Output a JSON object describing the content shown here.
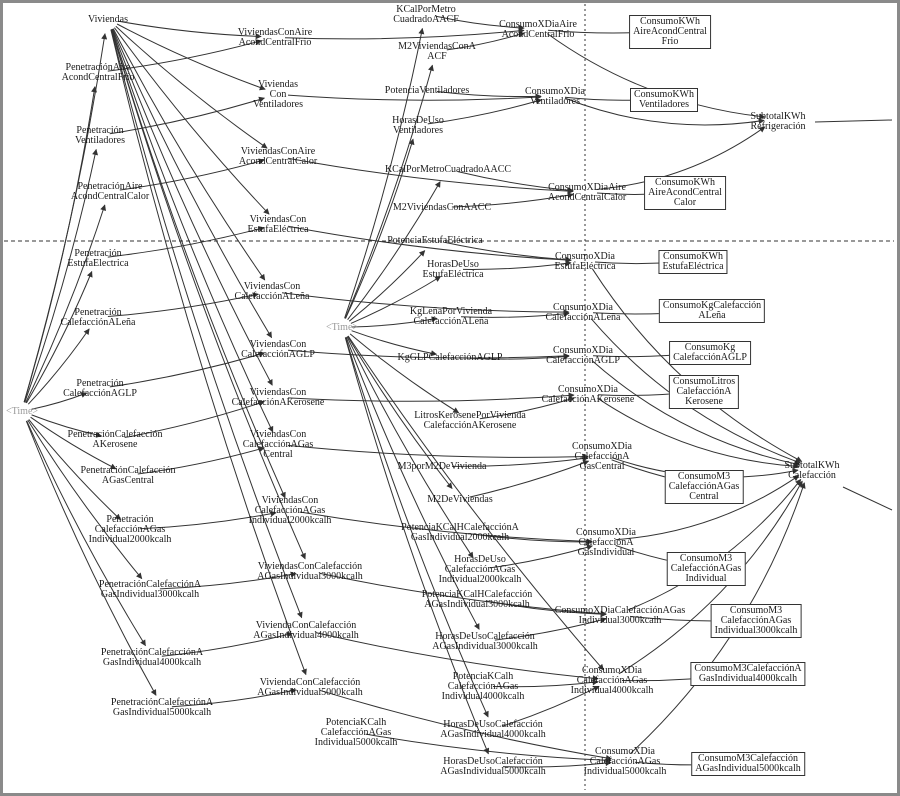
{
  "title": "System dynamics model: household energy consumption for cooling and heating",
  "colors": {
    "line": "#333333",
    "text": "#1a1a1a",
    "shadow": "#9a9a9a",
    "frame": "#8a8a8a"
  },
  "nodes": [
    {
      "id": "viv",
      "label": "Viviendas",
      "type": "var"
    },
    {
      "id": "time1",
      "label": "<Time>",
      "type": "shadow"
    },
    {
      "id": "pACF",
      "label": "PenetraciónAire\nAcondCentralFrío",
      "type": "var"
    },
    {
      "id": "pVen",
      "label": "Penetración\nVentiladores",
      "type": "var"
    },
    {
      "id": "pACC",
      "label": "PenetraciónAire\nAcondCentralCalor",
      "type": "var"
    },
    {
      "id": "pEE",
      "label": "Penetración\nEstufaElectrica",
      "type": "var"
    },
    {
      "id": "pLen",
      "label": "Penetración\nCalefacciónALeña",
      "type": "var"
    },
    {
      "id": "pGLP",
      "label": "Penetración\nCalefacciónAGLP",
      "type": "var"
    },
    {
      "id": "pKer",
      "label": "PenetraciónCalefacción\nAKerosene",
      "type": "var"
    },
    {
      "id": "pGC",
      "label": "PenetraciónCalefacción\nAGasCentral",
      "type": "var"
    },
    {
      "id": "pG2",
      "label": "Penetración\nCalefacciónAGas\nIndividual2000kcalh",
      "type": "var"
    },
    {
      "id": "pG3",
      "label": "PenetraciónCalefacciónA\nGasIndividual3000kcalh",
      "type": "var"
    },
    {
      "id": "pG4",
      "label": "PenetraciónCalefacciónA\nGasIndividual4000kcalh",
      "type": "var"
    },
    {
      "id": "pG5",
      "label": "PenetraciónCalefacciónA\nGasIndividual5000kcalh",
      "type": "var"
    },
    {
      "id": "vACF",
      "label": "ViviendasConAire\nAcondCentralFrio",
      "type": "var"
    },
    {
      "id": "vVen",
      "label": "Viviendas\nCon\nVentiladores",
      "type": "var"
    },
    {
      "id": "vACC",
      "label": "ViviendasConAire\nAcondCentralCalor",
      "type": "var"
    },
    {
      "id": "vEE",
      "label": "ViviendasCon\nEstufaEléctrica",
      "type": "var"
    },
    {
      "id": "vLen",
      "label": "ViviendasCon\nCalefacciónALeña",
      "type": "var"
    },
    {
      "id": "vGLP",
      "label": "ViviendasCon\nCalefacciónAGLP",
      "type": "var"
    },
    {
      "id": "vKer",
      "label": "ViviendasCon\nCalefacciónAKerosene",
      "type": "var"
    },
    {
      "id": "vGC",
      "label": "ViviendasCon\nCalefacciónAGas\nCentral",
      "type": "var"
    },
    {
      "id": "vG2",
      "label": "ViviendasCon\nCalefacciónAGas\nIndividual2000kcalh",
      "type": "var"
    },
    {
      "id": "vG3",
      "label": "ViviendasConCalefacción\nAGasIndividual3000kcalh",
      "type": "var"
    },
    {
      "id": "vG4",
      "label": "ViviendaConCalefacción\nAGasIndividual4000kcalh",
      "type": "var"
    },
    {
      "id": "vG5",
      "label": "ViviendaConCalefacción\nAGasIndividual5000kcalh",
      "type": "var"
    },
    {
      "id": "time2",
      "label": "<Time>",
      "type": "shadow"
    },
    {
      "id": "kcACF",
      "label": "KCalPorMetro\nCuadradoAACF",
      "type": "var"
    },
    {
      "id": "m2ACF",
      "label": "M2ViviendasConA\nACF",
      "type": "var"
    },
    {
      "id": "potVen",
      "label": "PotenciaVentiladores",
      "type": "var"
    },
    {
      "id": "hVen",
      "label": "HorasDeUso\nVentiladores",
      "type": "var"
    },
    {
      "id": "kcACC",
      "label": "KCalPorMetroCuadradoAACC",
      "type": "var"
    },
    {
      "id": "m2ACC",
      "label": "M2ViviendasConAACC",
      "type": "var"
    },
    {
      "id": "potEE",
      "label": "PotenciaEstufaEléctrica",
      "type": "var"
    },
    {
      "id": "hEE",
      "label": "HorasDeUso\nEstufaEléctrica",
      "type": "var"
    },
    {
      "id": "kgLen",
      "label": "KgLeñaPorVivienda\nCalefacciónALeña",
      "type": "var"
    },
    {
      "id": "kgGLP",
      "label": "KgGLPCalefacciónAGLP",
      "type": "var"
    },
    {
      "id": "lKer",
      "label": "LitrosKerosenePorVivienda\nCalefacciónAKerosene",
      "type": "var"
    },
    {
      "id": "m3m2",
      "label": "M3porM2DeVivienda",
      "type": "var"
    },
    {
      "id": "m2v",
      "label": "M2DeViviendas",
      "type": "var"
    },
    {
      "id": "potG2",
      "label": "PotenciaKCalHCalefacciónA\nGasIndividual2000kcalh",
      "type": "var"
    },
    {
      "id": "hG2",
      "label": "HorasDeUso\nCalefacciónAGas\nIndividual2000kcalh",
      "type": "var"
    },
    {
      "id": "potG3",
      "label": "PotenciaKCalHCalefacción\nAGasIndividual3000kcalh",
      "type": "var"
    },
    {
      "id": "hG3",
      "label": "HorasDeUsoCalefacción\nAGasIndividual3000kcalh",
      "type": "var"
    },
    {
      "id": "potG4",
      "label": "PotenciaKCalh\nCalefacciónAGas\nIndividual4000kcalh",
      "type": "var"
    },
    {
      "id": "hG4",
      "label": "HorasDeUsoCalefacción\nAGasIndividual4000kcalh",
      "type": "var"
    },
    {
      "id": "potG5",
      "label": "PotenciaKCalh\nCalefacciónAGas\nIndividual5000kcalh",
      "type": "var"
    },
    {
      "id": "hG5",
      "label": "HorasDeUsoCalefacción\nAGasIndividual5000kcalh",
      "type": "var"
    },
    {
      "id": "cdACF",
      "label": "ConsumoXDiaAire\nAcondCentralFrio",
      "type": "var"
    },
    {
      "id": "cdVen",
      "label": "ConsumoXDia\nVentiladores",
      "type": "var"
    },
    {
      "id": "cdACC",
      "label": "ConsumoXDiaAire\nAcondCentralCalor",
      "type": "var"
    },
    {
      "id": "cdEE",
      "label": "ConsumoXDia\nEstufaEléctrica",
      "type": "var"
    },
    {
      "id": "cdLen",
      "label": "ConsumoXDia\nCalefacciónALeña",
      "type": "var"
    },
    {
      "id": "cdGLP",
      "label": "ConsumoXDia\nCalefacciónAGLP",
      "type": "var"
    },
    {
      "id": "cdKer",
      "label": "ConsumoXDia\nCalefacciónAKerosene",
      "type": "var"
    },
    {
      "id": "cdGC",
      "label": "ConsumoXDia\nCalefacciónA\nGasCentral",
      "type": "var"
    },
    {
      "id": "cdGI",
      "label": "ConsumoXDia\nCalefacciónA\nGasIndividual",
      "type": "var"
    },
    {
      "id": "cdG3",
      "label": "ConsumoXDiaCalefacciónAGas\nIndividual3000kcalh",
      "type": "var"
    },
    {
      "id": "cdG4",
      "label": "ConsumoXDia\nCalefacciónAGas\nIndividual4000kcalh",
      "type": "var"
    },
    {
      "id": "cdG5",
      "label": "ConsumoXDia\nCalefacciónAGas\nIndividual5000kcalh",
      "type": "var"
    },
    {
      "id": "kACF",
      "label": "ConsumoKWh\nAireAcondCentral\nFrio",
      "type": "box"
    },
    {
      "id": "kVen",
      "label": "ConsumoKWh\nVentiladores",
      "type": "box"
    },
    {
      "id": "kACC",
      "label": "ConsumoKWh\nAireAcondCentral\nCalor",
      "type": "box"
    },
    {
      "id": "kEE",
      "label": "ConsumoKWh\nEstufaEléctrica",
      "type": "box"
    },
    {
      "id": "kLen",
      "label": "ConsumoKgCalefacción\nALeña",
      "type": "box"
    },
    {
      "id": "kGLP",
      "label": "ConsumoKg\nCalefacciónAGLP",
      "type": "box"
    },
    {
      "id": "kKer",
      "label": "ConsumoLitros\nCalefacciónA\nKerosene",
      "type": "box"
    },
    {
      "id": "kGC",
      "label": "ConsumoM3\nCalefacciónAGas\nCentral",
      "type": "box"
    },
    {
      "id": "kGI",
      "label": "ConsumoM3\nCalefacciónAGas\nIndividual",
      "type": "box"
    },
    {
      "id": "kG3",
      "label": "ConsumoM3\nCalefacciónAGas\nIndividual3000kcalh",
      "type": "box"
    },
    {
      "id": "kG4",
      "label": "ConsumoM3CalefacciónA\nGasIndividual4000kcalh",
      "type": "box"
    },
    {
      "id": "kG5",
      "label": "ConsumoM3Calefacción\nAGasIndividual5000kcalh",
      "type": "box"
    },
    {
      "id": "stRef",
      "label": "SubtotalKWh\nRefrigeración",
      "type": "var"
    },
    {
      "id": "stCal",
      "label": "SubtotalKWh\nCalefacción",
      "type": "var"
    }
  ],
  "edges": [
    [
      "viv",
      "vACF"
    ],
    [
      "viv",
      "vVen"
    ],
    [
      "viv",
      "vACC"
    ],
    [
      "viv",
      "vEE"
    ],
    [
      "viv",
      "vLen"
    ],
    [
      "viv",
      "vGLP"
    ],
    [
      "viv",
      "vKer"
    ],
    [
      "viv",
      "vGC"
    ],
    [
      "viv",
      "vG2"
    ],
    [
      "viv",
      "vG3"
    ],
    [
      "viv",
      "vG4"
    ],
    [
      "viv",
      "vG5"
    ],
    [
      "time1",
      "viv"
    ],
    [
      "time1",
      "pACF"
    ],
    [
      "time1",
      "pVen"
    ],
    [
      "time1",
      "pACC"
    ],
    [
      "time1",
      "pEE"
    ],
    [
      "time1",
      "pLen"
    ],
    [
      "time1",
      "pGLP"
    ],
    [
      "time1",
      "pKer"
    ],
    [
      "time1",
      "pGC"
    ],
    [
      "time1",
      "pG2"
    ],
    [
      "time1",
      "pG3"
    ],
    [
      "time1",
      "pG4"
    ],
    [
      "time1",
      "pG5"
    ],
    [
      "pACF",
      "vACF"
    ],
    [
      "pVen",
      "vVen"
    ],
    [
      "pACC",
      "vACC"
    ],
    [
      "pEE",
      "vEE"
    ],
    [
      "pLen",
      "vLen"
    ],
    [
      "pGLP",
      "vGLP"
    ],
    [
      "pKer",
      "vKer"
    ],
    [
      "pGC",
      "vGC"
    ],
    [
      "pG2",
      "vG2"
    ],
    [
      "pG3",
      "vG3"
    ],
    [
      "pG4",
      "vG4"
    ],
    [
      "pG5",
      "vG5"
    ],
    [
      "time2",
      "kcACF"
    ],
    [
      "time2",
      "m2ACF"
    ],
    [
      "time2",
      "hVen"
    ],
    [
      "time2",
      "kcACC"
    ],
    [
      "time2",
      "potEE"
    ],
    [
      "time2",
      "hEE"
    ],
    [
      "time2",
      "kgLen"
    ],
    [
      "time2",
      "kgGLP"
    ],
    [
      "time2",
      "lKer"
    ],
    [
      "time2",
      "m2v"
    ],
    [
      "time2",
      "hG2"
    ],
    [
      "time2",
      "hG3"
    ],
    [
      "time2",
      "hG4"
    ],
    [
      "time2",
      "hG5"
    ],
    [
      "time2",
      "cdG4"
    ],
    [
      "vACF",
      "cdACF"
    ],
    [
      "kcACF",
      "cdACF"
    ],
    [
      "m2ACF",
      "cdACF"
    ],
    [
      "vVen",
      "cdVen"
    ],
    [
      "potVen",
      "cdVen"
    ],
    [
      "hVen",
      "cdVen"
    ],
    [
      "vACC",
      "cdACC"
    ],
    [
      "kcACC",
      "cdACC"
    ],
    [
      "m2ACC",
      "cdACC"
    ],
    [
      "vEE",
      "cdEE"
    ],
    [
      "potEE",
      "cdEE"
    ],
    [
      "hEE",
      "cdEE"
    ],
    [
      "vLen",
      "cdLen"
    ],
    [
      "kgLen",
      "cdLen"
    ],
    [
      "vGLP",
      "cdGLP"
    ],
    [
      "kgGLP",
      "cdGLP"
    ],
    [
      "vKer",
      "cdKer"
    ],
    [
      "lKer",
      "cdKer"
    ],
    [
      "vGC",
      "cdGC"
    ],
    [
      "m3m2",
      "cdGC"
    ],
    [
      "m2v",
      "cdGC"
    ],
    [
      "vG2",
      "cdGI"
    ],
    [
      "potG2",
      "cdGI"
    ],
    [
      "hG2",
      "cdGI"
    ],
    [
      "vG3",
      "cdG3"
    ],
    [
      "potG3",
      "cdG3"
    ],
    [
      "hG3",
      "cdG3"
    ],
    [
      "vG4",
      "cdG4"
    ],
    [
      "potG4",
      "cdG4"
    ],
    [
      "hG4",
      "cdG4"
    ],
    [
      "vG5",
      "cdG5"
    ],
    [
      "potG5",
      "cdG5"
    ],
    [
      "hG5",
      "cdG5"
    ],
    [
      "cdACF",
      "kACF"
    ],
    [
      "cdVen",
      "kVen"
    ],
    [
      "cdACC",
      "kACC"
    ],
    [
      "cdEE",
      "kEE"
    ],
    [
      "cdLen",
      "kLen"
    ],
    [
      "cdGLP",
      "kGLP"
    ],
    [
      "cdKer",
      "kKer"
    ],
    [
      "cdGC",
      "kGC"
    ],
    [
      "cdGI",
      "kGI"
    ],
    [
      "cdG3",
      "kG3"
    ],
    [
      "cdG4",
      "kG4"
    ],
    [
      "cdG5",
      "kG5"
    ],
    [
      "cdACF",
      "stRef"
    ],
    [
      "cdVen",
      "stRef"
    ],
    [
      "cdACC",
      "stRef"
    ],
    [
      "cdEE",
      "stCal"
    ],
    [
      "cdLen",
      "stCal"
    ],
    [
      "cdGLP",
      "stCal"
    ],
    [
      "cdKer",
      "stCal"
    ],
    [
      "cdGC",
      "stCal"
    ],
    [
      "cdGI",
      "stCal"
    ],
    [
      "cdG3",
      "stCal"
    ],
    [
      "cdG4",
      "stCal"
    ],
    [
      "cdG5",
      "stCal"
    ]
  ]
}
